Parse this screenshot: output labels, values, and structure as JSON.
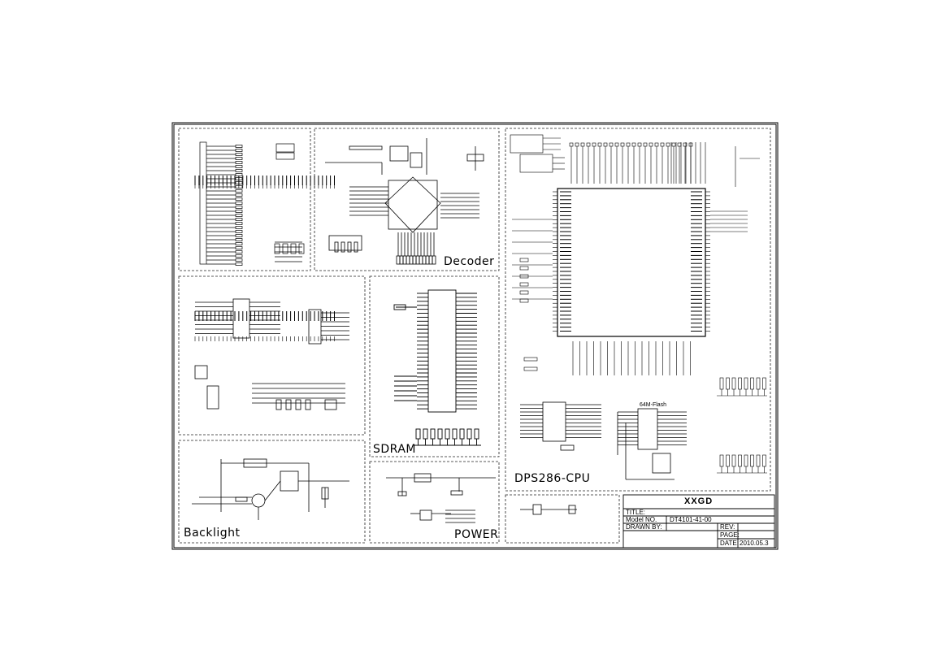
{
  "blocks": {
    "decoder": "Decoder",
    "sdram": "SDRAM",
    "backlight": "Backlight",
    "power": "POWER",
    "cpu": "DPS286-CPU",
    "flash": "64M-Flash"
  },
  "title_block": {
    "company": "XXGD",
    "title_label": "TITLE:",
    "model_label": "Model NO.",
    "model_value": "DT4101-41-00",
    "drawn_label": "DRAWN BY:",
    "rev_label": "REV:",
    "page_label": "PAGE:",
    "date_label": "DATE:",
    "date_value": "2010.05.3"
  }
}
